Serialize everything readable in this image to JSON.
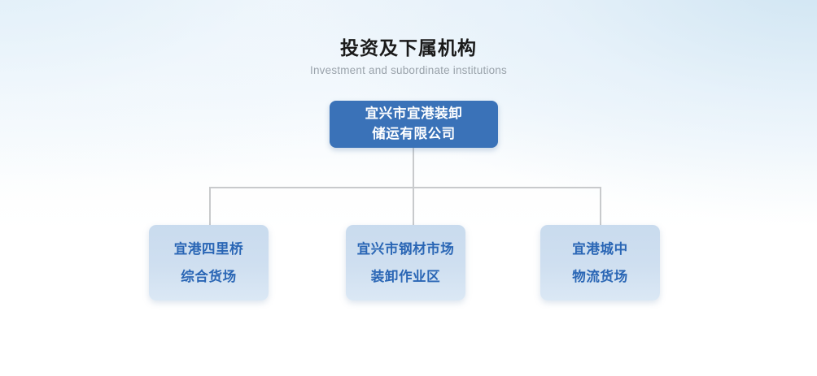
{
  "heading": {
    "title": "投资及下属机构",
    "subtitle": "Investment and subordinate institutions"
  },
  "chart": {
    "type": "org-chart",
    "colors": {
      "root_fill": "#3a72b8",
      "root_text": "#ffffff",
      "child_fill": "#c9dbee",
      "child_text": "#2a66b5",
      "connector": "#c8cacc",
      "title_text": "#1a1a1a",
      "subtitle_text": "#9aa3ab"
    },
    "root": {
      "lines": [
        "宜兴市宜港装卸",
        "储运有限公司"
      ]
    },
    "children": [
      {
        "lines": [
          "宜港四里桥",
          "综合货场"
        ]
      },
      {
        "lines": [
          "宜兴市钢材市场",
          "装卸作业区"
        ]
      },
      {
        "lines": [
          "宜港城中",
          "物流货场"
        ]
      }
    ]
  }
}
